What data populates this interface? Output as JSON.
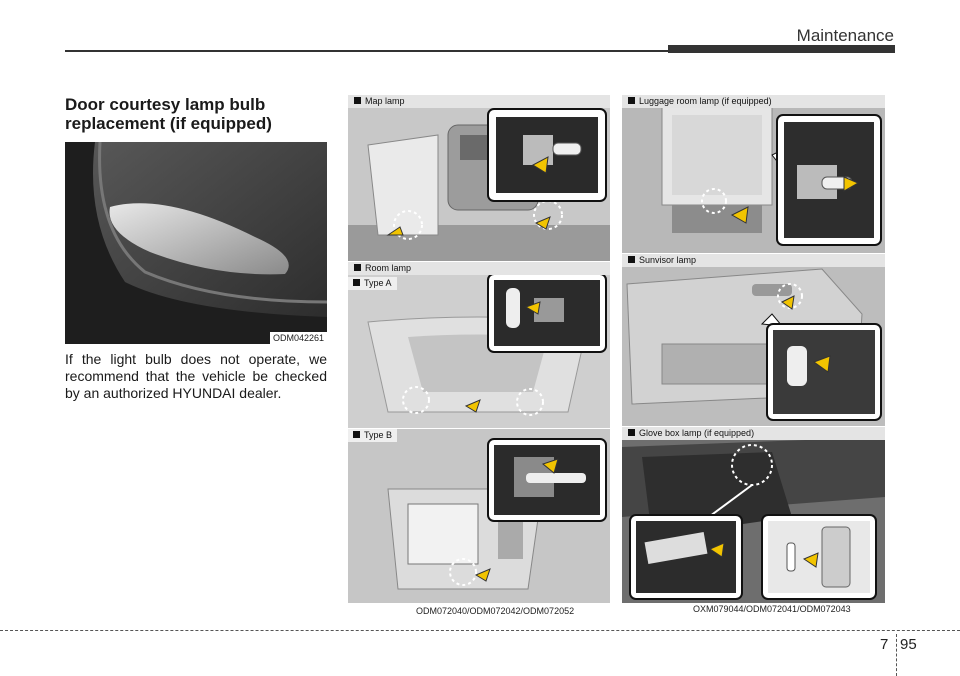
{
  "header": {
    "section": "Maintenance"
  },
  "left": {
    "heading_line1": "Door courtesy lamp bulb",
    "heading_line2": "replacement (if equipped)",
    "image_code": "ODM042261",
    "paragraph": "If the light bulb does not operate, we recommend that the vehicle be checked by an authorized HYUNDAI dealer."
  },
  "middle": {
    "map_lamp": "Map lamp",
    "room_lamp": "Room lamp",
    "type_a": "Type A",
    "type_b": "Type B",
    "caption": "ODM072040/ODM072042/ODM072052"
  },
  "right": {
    "luggage": "Luggage room lamp (if equipped)",
    "sunvisor": "Sunvisor lamp",
    "glovebox": "Glove box lamp (if equipped)",
    "caption": "OXM079044/ODM072041/ODM072043"
  },
  "footer": {
    "chapter": "7",
    "page": "95"
  }
}
